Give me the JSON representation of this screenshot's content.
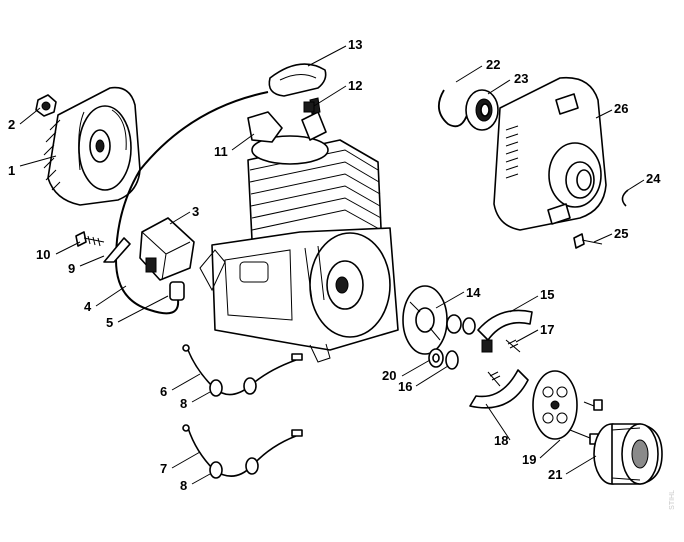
{
  "callouts": [
    {
      "id": "1",
      "label": "1"
    },
    {
      "id": "2",
      "label": "2"
    },
    {
      "id": "3",
      "label": "3"
    },
    {
      "id": "4",
      "label": "4"
    },
    {
      "id": "5",
      "label": "5"
    },
    {
      "id": "6",
      "label": "6"
    },
    {
      "id": "7",
      "label": "7"
    },
    {
      "id": "8a",
      "label": "8"
    },
    {
      "id": "8b",
      "label": "8"
    },
    {
      "id": "9",
      "label": "9"
    },
    {
      "id": "10",
      "label": "10"
    },
    {
      "id": "11",
      "label": "11"
    },
    {
      "id": "12",
      "label": "12"
    },
    {
      "id": "13",
      "label": "13"
    },
    {
      "id": "14",
      "label": "14"
    },
    {
      "id": "15",
      "label": "15"
    },
    {
      "id": "16",
      "label": "16"
    },
    {
      "id": "17",
      "label": "17"
    },
    {
      "id": "18",
      "label": "18"
    },
    {
      "id": "19",
      "label": "19"
    },
    {
      "id": "20",
      "label": "20"
    },
    {
      "id": "21",
      "label": "21"
    },
    {
      "id": "22",
      "label": "22"
    },
    {
      "id": "23",
      "label": "23"
    },
    {
      "id": "24",
      "label": "24"
    },
    {
      "id": "25",
      "label": "25"
    },
    {
      "id": "26",
      "label": "26"
    }
  ],
  "watermark": "STIHL"
}
